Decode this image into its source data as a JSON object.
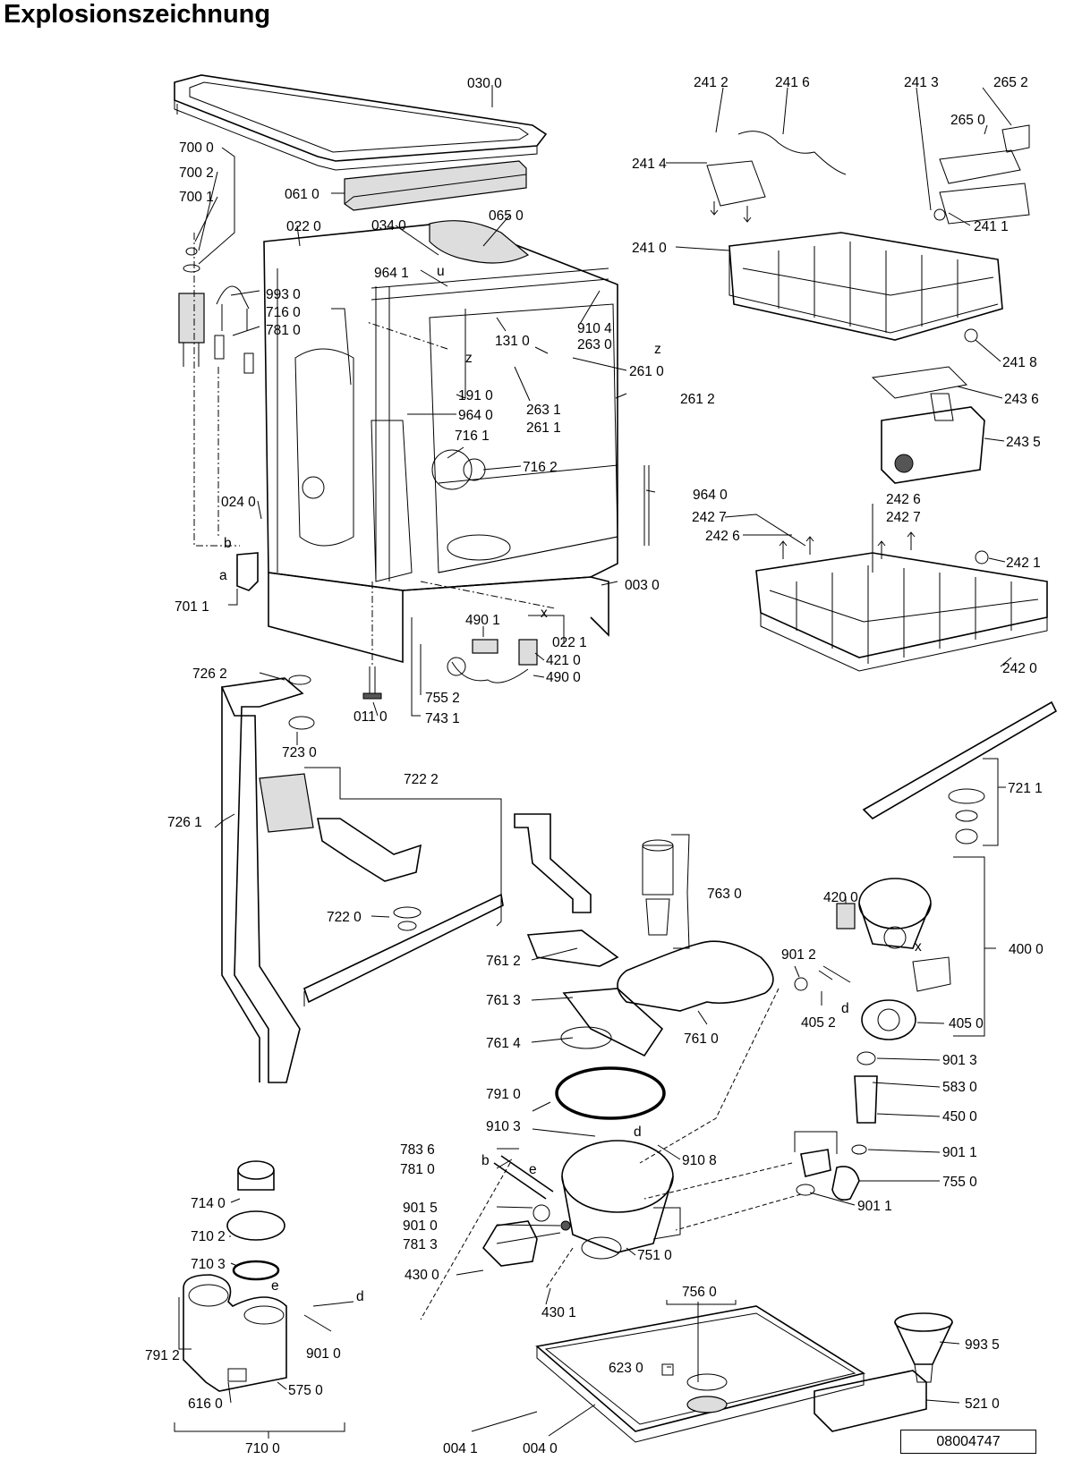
{
  "title": "Explosionszeichnung",
  "document_number": "08004747",
  "callout_letters": [
    "z",
    "z",
    "x",
    "u",
    "b",
    "a",
    "d",
    "x",
    "b",
    "e",
    "e",
    "d",
    "d"
  ],
  "parts": [
    "030 0",
    "700 0",
    "700 2",
    "700 1",
    "061 0",
    "022 0",
    "034 0",
    "065 0",
    "964 1",
    "993 0",
    "716 0",
    "781 0",
    "131 0",
    "910 4",
    "263 0",
    "191 0",
    "964 0",
    "263 1",
    "261 1",
    "261 0",
    "261 2",
    "716 1",
    "716 2",
    "024 0",
    "964 0",
    "003 0",
    "701 1",
    "490 1",
    "022 1",
    "421 0",
    "490 0",
    "755 2",
    "743 1",
    "011 0",
    "726 2",
    "723 0",
    "722 2",
    "726 1",
    "722 0",
    "763 0",
    "761 2",
    "761 3",
    "761 4",
    "761 0",
    "791 0",
    "910 3",
    "783 6",
    "781 0",
    "901 5",
    "901 0",
    "781 3",
    "910 8",
    "751 0",
    "430 0",
    "430 1",
    "714 0",
    "710 2",
    "710 3",
    "901 0",
    "791 2",
    "616 0",
    "575 0",
    "710 0",
    "004 1",
    "004 0",
    "756 0",
    "623 0",
    "993 5",
    "521 0",
    "241 2",
    "241 6",
    "241 3",
    "265 2",
    "265 0",
    "241 4",
    "241 1",
    "241 0",
    "241 8",
    "243 6",
    "243 5",
    "242 6",
    "242 7",
    "242 7",
    "242 6",
    "242 1",
    "242 0",
    "721 1",
    "420 0",
    "400 0",
    "901 2",
    "405 2",
    "405 0",
    "901 3",
    "583 0",
    "450 0",
    "901 1",
    "755 0",
    "901 1"
  ]
}
